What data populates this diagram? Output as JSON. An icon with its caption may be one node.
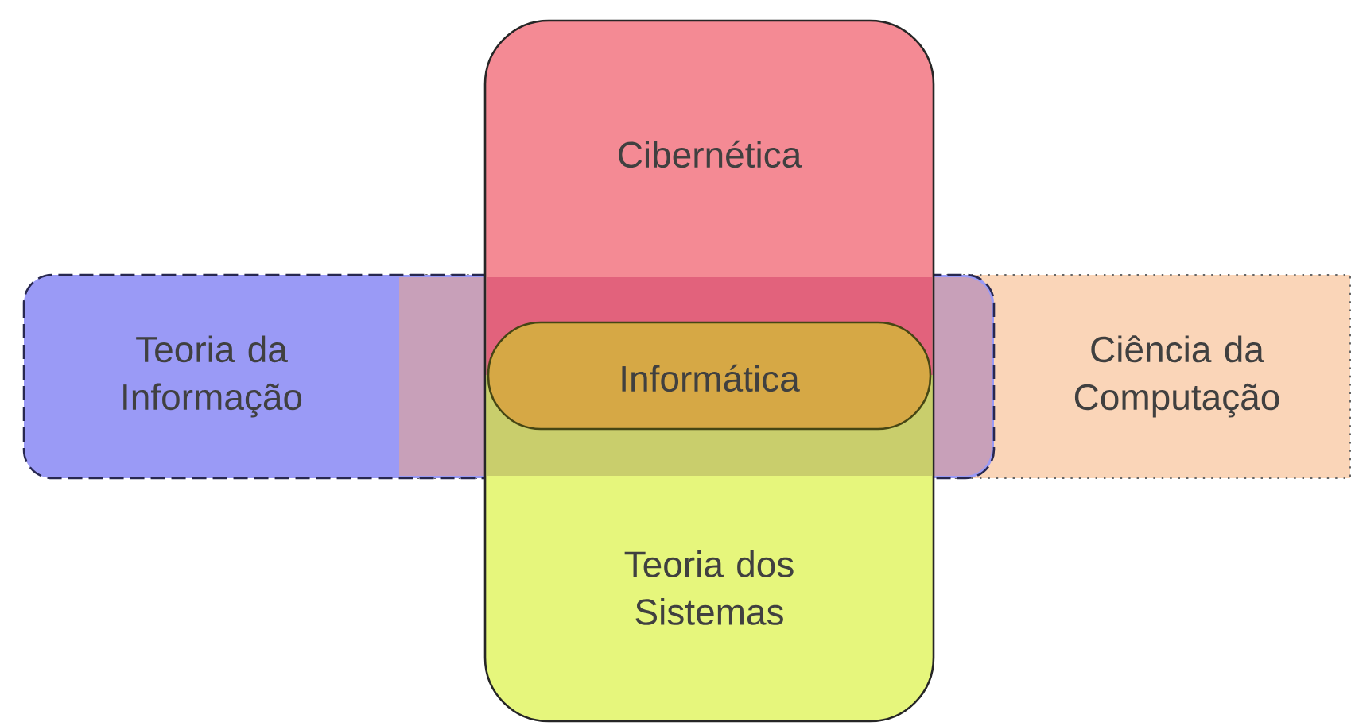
{
  "diagram": {
    "nodes": [
      {
        "text": [
          "Cibernética"
        ]
      },
      {
        "text": [
          "Teoria da Informação"
        ]
      },
      {
        "text": [
          "Informática"
        ]
      },
      {
        "text": [
          "Ciência da Computação"
        ]
      },
      {
        "text": [
          "Teoria dos Sistemas"
        ]
      }
    ]
  }
}
